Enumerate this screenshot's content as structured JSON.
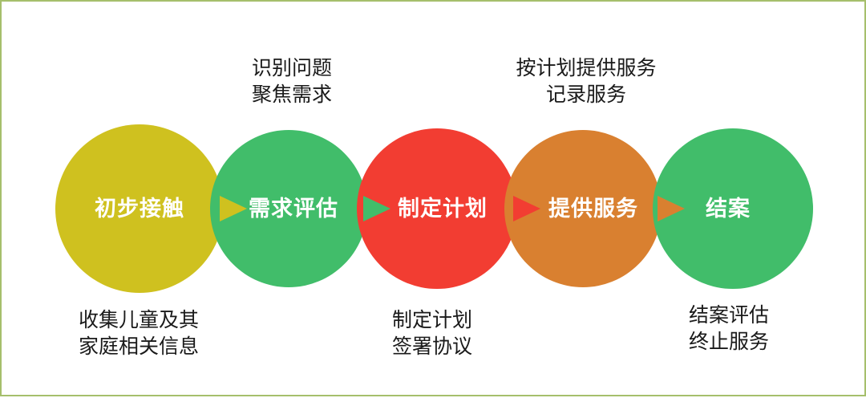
{
  "steps": [
    {
      "label": "初步接触",
      "color": "#cfc11f"
    },
    {
      "label": "需求评估",
      "color": "#41bd6a"
    },
    {
      "label": "制定计划",
      "color": "#f23d32"
    },
    {
      "label": "提供服务",
      "color": "#d98030"
    },
    {
      "label": "结案",
      "color": "#41bd6a"
    }
  ],
  "notes": {
    "step1": [
      "收集儿童及其",
      "家庭相关信息"
    ],
    "step2": [
      "识别问题",
      "聚焦需求"
    ],
    "step3": [
      "制定计划",
      "签署协议"
    ],
    "step4": [
      "按计划提供服务",
      "记录服务"
    ],
    "step5": [
      "结案评估",
      "终止服务"
    ]
  },
  "border_color": "#a6bf6c"
}
